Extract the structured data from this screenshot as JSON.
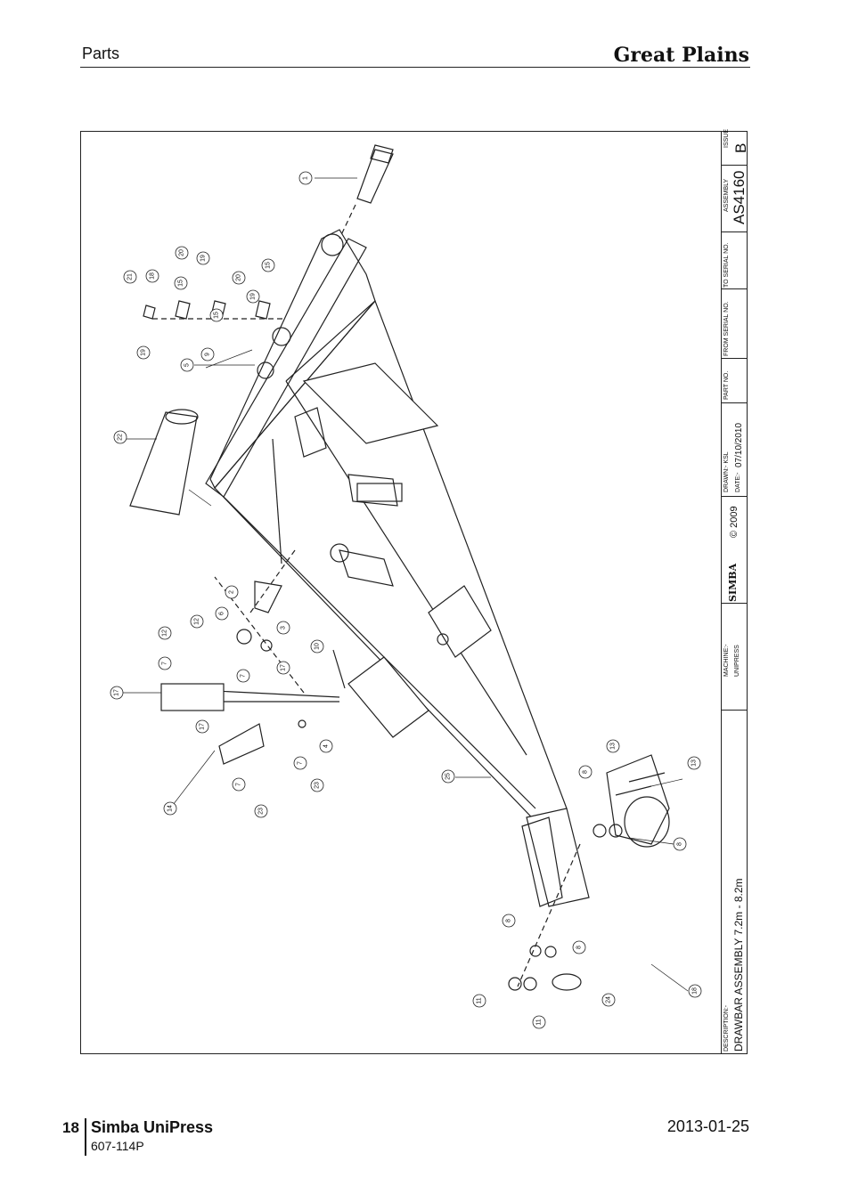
{
  "header": {
    "section": "Parts",
    "brand": "Great Plains"
  },
  "title_block": {
    "description_label": "DESCRIPTION:-",
    "description": "DRAWBAR ASSEMBLY 7.2m - 8.2m",
    "machine_label": "MACHINE:-",
    "machine": "UNIPRESS",
    "logo": "SIMBA",
    "copyright": "© 2009",
    "drawn_label": "DRAWN:- KSL",
    "date_label": "DATE:-",
    "date": "07/10/2010",
    "part_no_label": "PART NO.",
    "from_serial_label": "FROM SERIAL NO.",
    "to_serial_label": "TO SERIAL NO.",
    "assembly_label": "ASSEMBLY",
    "assembly": "AS4160",
    "issue_label": "ISSUE",
    "issue": "B"
  },
  "callouts": [
    {
      "n": "1"
    },
    {
      "n": "21"
    },
    {
      "n": "18"
    },
    {
      "n": "15"
    },
    {
      "n": "20"
    },
    {
      "n": "19"
    },
    {
      "n": "15"
    },
    {
      "n": "20"
    },
    {
      "n": "19"
    },
    {
      "n": "15"
    },
    {
      "n": "19"
    },
    {
      "n": "9"
    },
    {
      "n": "5"
    },
    {
      "n": "22"
    },
    {
      "n": "2"
    },
    {
      "n": "6"
    },
    {
      "n": "3"
    },
    {
      "n": "12"
    },
    {
      "n": "12"
    },
    {
      "n": "7"
    },
    {
      "n": "7"
    },
    {
      "n": "17"
    },
    {
      "n": "10"
    },
    {
      "n": "17"
    },
    {
      "n": "17"
    },
    {
      "n": "4"
    },
    {
      "n": "7"
    },
    {
      "n": "7"
    },
    {
      "n": "23"
    },
    {
      "n": "23"
    },
    {
      "n": "14"
    },
    {
      "n": "25"
    },
    {
      "n": "8"
    },
    {
      "n": "13"
    },
    {
      "n": "13"
    },
    {
      "n": "8"
    },
    {
      "n": "8"
    },
    {
      "n": "8"
    },
    {
      "n": "11"
    },
    {
      "n": "11"
    },
    {
      "n": "24"
    },
    {
      "n": "18"
    }
  ],
  "footer": {
    "page": "18",
    "title": "Simba UniPress",
    "code": "607-114P",
    "date": "2013-01-25"
  }
}
